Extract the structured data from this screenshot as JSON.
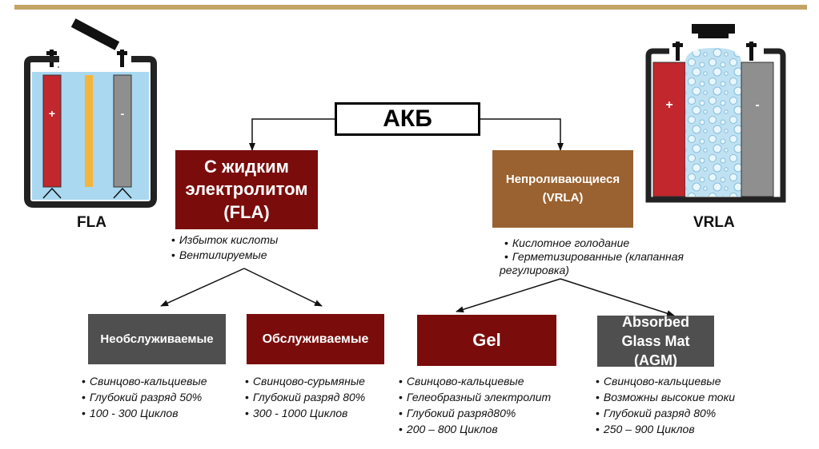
{
  "root": "АКБ",
  "left_image_caption": "FLA",
  "right_image_caption": "VRLA",
  "plus_sign": "+",
  "minus_sign": "-",
  "fla": {
    "title": "С жидким электролитом (FLA)",
    "bullets": [
      "Избыток кислоты",
      "Вентилируемые"
    ]
  },
  "vrla": {
    "title": "Непроливающиеся (VRLA)",
    "bullets": [
      "Кислотное голодание",
      "Герметизированные (клапанная",
      "регулировка)"
    ]
  },
  "maintenance_free": {
    "title": "Необслуживаемые",
    "bullets": [
      "Свинцово-кальциевые",
      "Глубокий разряд 50%",
      "100 - 300 Циклов"
    ]
  },
  "serviceable": {
    "title": "Обслуживаемые",
    "bullets": [
      "Свинцово-сурьмяные",
      "Глубокий разряд 80%",
      "300 - 1000 Циклов"
    ]
  },
  "gel": {
    "title": "Gel",
    "bullets": [
      "Свинцово-кальциевые",
      "Гелеобразный электролит",
      "Глубокий разряд80%",
      "200 – 800 Циклов"
    ]
  },
  "agm": {
    "title": "Absorbed Glass Mat (AGM)",
    "bullets": [
      "Свинцово-кальциевые",
      "Возможны высокие токи",
      "Глубокий разряд 80%",
      "250 – 900 Циклов"
    ]
  },
  "colors": {
    "dark_red": "#7b0c0c",
    "brown": "#9a6230",
    "grey": "#4f4f4f",
    "electrolyte_blue": "#a9d8f0",
    "top_bar": "#c4a466"
  }
}
